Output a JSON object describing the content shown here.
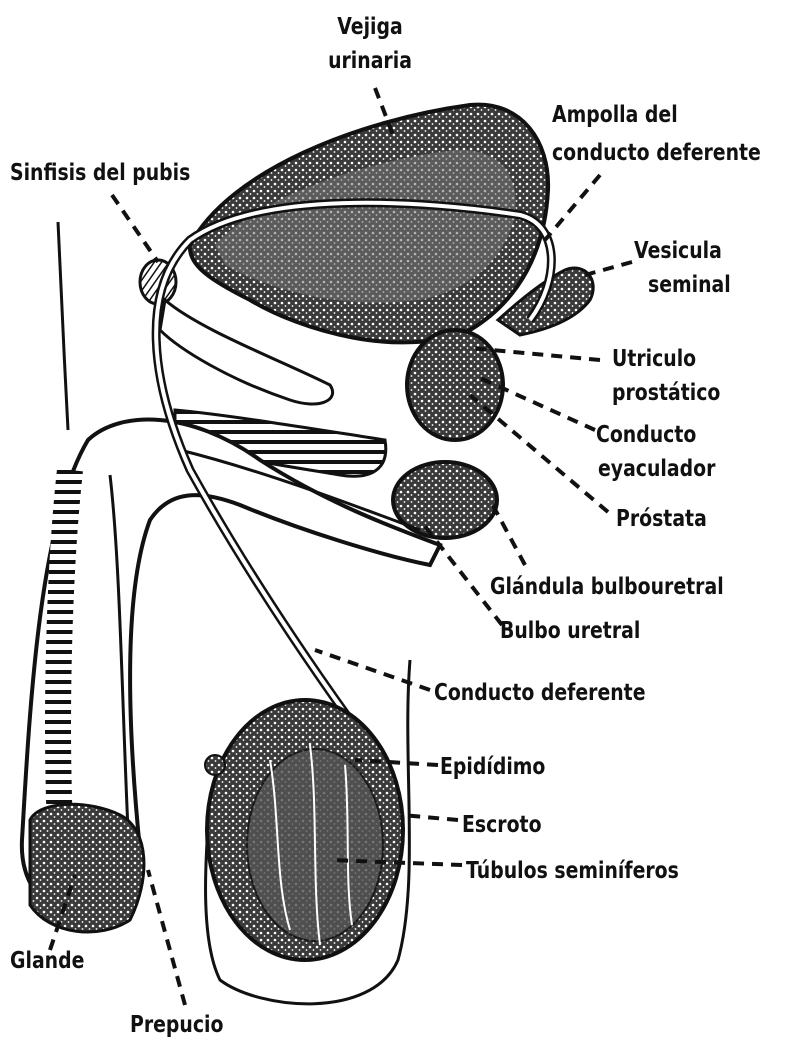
{
  "colors": {
    "ink": "#111111",
    "paper": "#ffffff",
    "tissue": "#2a2a2a"
  },
  "labels": {
    "vejiga_1": "Vejiga",
    "vejiga_2": "urinaria",
    "ampolla_1": "Ampolla del",
    "ampolla_2": "conducto deferente",
    "sinfisis": "Sinfisis del pubis",
    "vesicula_1": "Vesicula",
    "vesicula_2": "seminal",
    "utriculo_1": "Utriculo",
    "utriculo_2": "prostático",
    "conducto_ey_1": "Conducto",
    "conducto_ey_2": "eyaculador",
    "prostata": "Próstata",
    "glandula": "Glándula bulbouretral",
    "bulbo": "Bulbo uretral",
    "deferente": "Conducto deferente",
    "epididimo": "Epidídimo",
    "escroto": "Escroto",
    "tubulos": "Túbulos seminíferos",
    "glande": "Glande",
    "prepucio": "Prepucio"
  }
}
